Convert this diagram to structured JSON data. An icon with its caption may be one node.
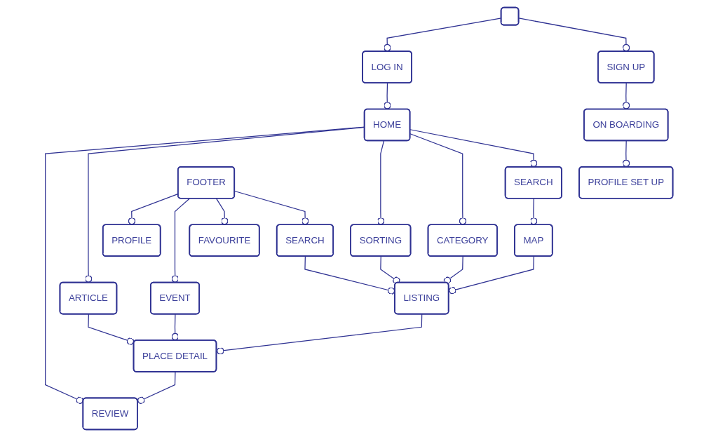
{
  "diagram": {
    "nodes": [
      {
        "text": [],
        "shape": "box"
      },
      {
        "text": [
          "SIGN UP"
        ]
      },
      {
        "text": [
          "ON BOARDING"
        ]
      },
      {
        "text": [
          "PROFILE SET UP"
        ]
      },
      {
        "text": [
          "LOG IN"
        ]
      },
      {
        "text": [
          "HOME"
        ]
      },
      {
        "text": [
          "SEARCH"
        ]
      },
      {
        "text": [
          "CATEGORY"
        ]
      },
      {
        "text": [
          "SORTING"
        ]
      },
      {
        "text": [
          "ARTICLE"
        ]
      },
      {
        "text": [
          "MAP"
        ]
      },
      {
        "text": [
          "LISTING"
        ]
      },
      {
        "text": [
          "PLACE DETAIL"
        ]
      },
      {
        "text": [
          "REVIEW"
        ]
      },
      {
        "text": [
          "SEARCH"
        ]
      },
      {
        "text": [
          "FAVOURITE"
        ]
      },
      {
        "text": [
          "EVENT"
        ]
      },
      {
        "text": [
          "PROFILE"
        ]
      },
      {
        "text": [
          "FOOTER"
        ]
      }
    ],
    "edges": [
      {
        "from": 0,
        "to": 1,
        "arrow": "other"
      },
      {
        "from": 1,
        "to": 2,
        "arrow": "other"
      },
      {
        "from": 2,
        "to": 3,
        "arrow": "other"
      },
      {
        "from": 0,
        "to": 4,
        "arrow": "other"
      },
      {
        "from": 4,
        "to": 5,
        "arrow": "other"
      },
      {
        "from": 5,
        "to": 6,
        "arrow": "other"
      },
      {
        "from": 5,
        "to": 7,
        "arrow": "other"
      },
      {
        "from": 5,
        "to": 8,
        "arrow": "other"
      },
      {
        "from": 5,
        "to": 9,
        "arrow": "other"
      },
      {
        "from": 5,
        "to": 13,
        "arrow": "other"
      },
      {
        "from": 6,
        "to": 10,
        "arrow": "other"
      },
      {
        "from": 7,
        "to": 11,
        "arrow": "other"
      },
      {
        "from": 8,
        "to": 11,
        "arrow": "other"
      },
      {
        "from": 10,
        "to": 11,
        "arrow": "other"
      },
      {
        "from": 11,
        "to": 12,
        "arrow": "other"
      },
      {
        "from": 9,
        "to": 12,
        "arrow": "other"
      },
      {
        "from": 12,
        "to": 13,
        "arrow": "other"
      },
      {
        "from": 14,
        "to": 11,
        "arrow": "other"
      },
      {
        "from": 16,
        "to": 12,
        "arrow": "other"
      },
      {
        "from": 18,
        "to": 14,
        "arrow": "other"
      },
      {
        "from": 18,
        "to": 15,
        "arrow": "other"
      },
      {
        "from": 18,
        "to": 16,
        "arrow": "other"
      },
      {
        "from": 18,
        "to": 17,
        "arrow": "other"
      }
    ]
  }
}
